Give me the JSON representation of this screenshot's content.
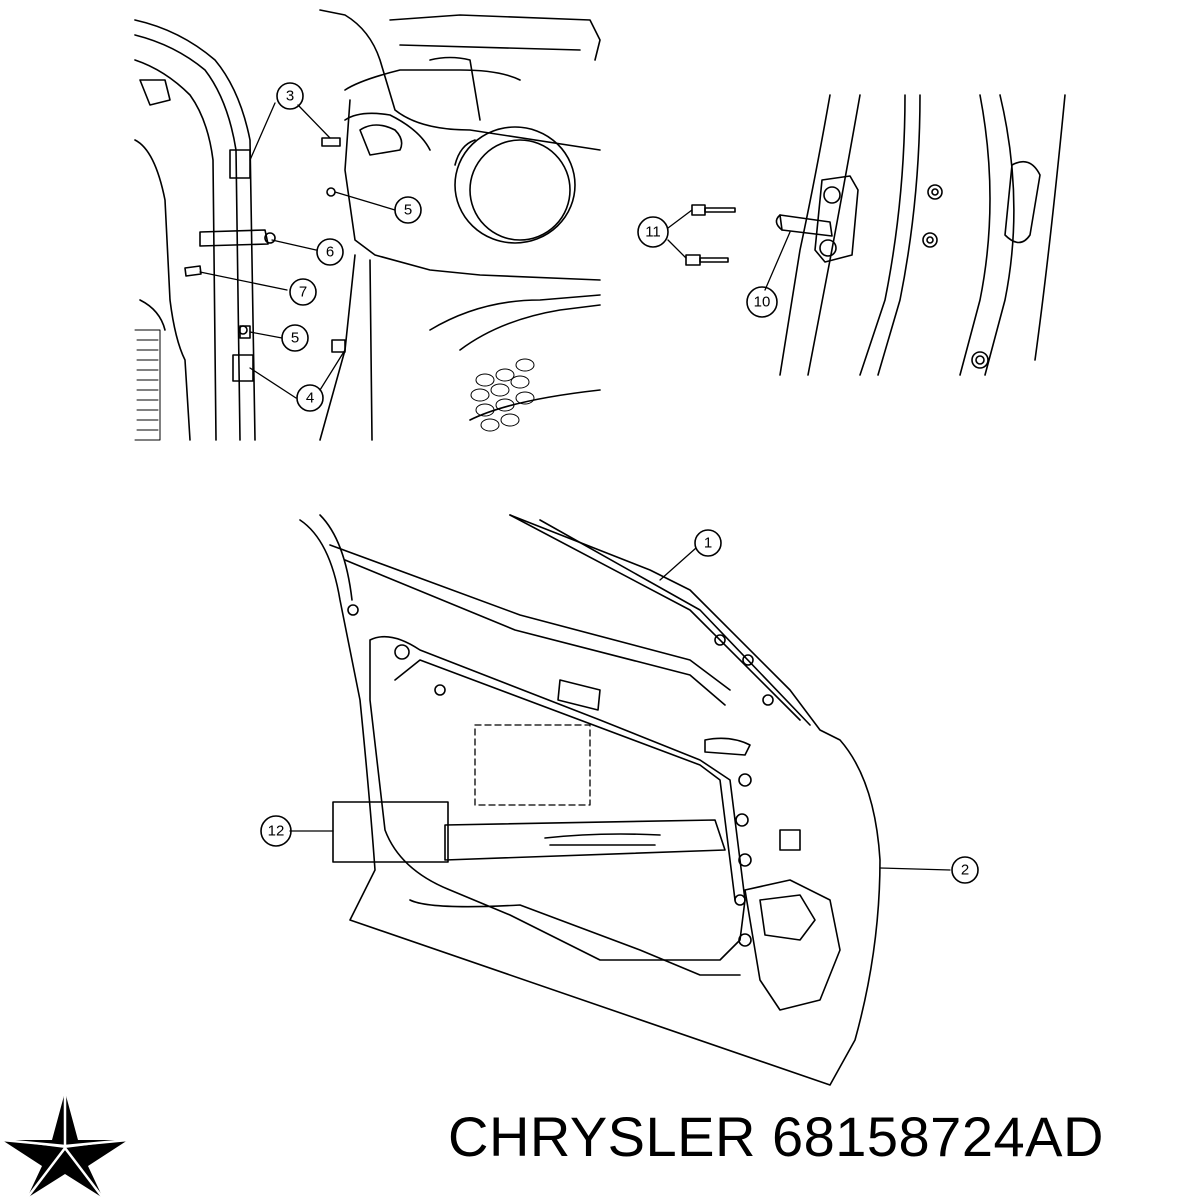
{
  "callouts": [
    {
      "id": "c1",
      "label": "1"
    },
    {
      "id": "c2",
      "label": "2"
    },
    {
      "id": "c3",
      "label": "3"
    },
    {
      "id": "c4",
      "label": "4"
    },
    {
      "id": "c5a",
      "label": "5"
    },
    {
      "id": "c5b",
      "label": "5"
    },
    {
      "id": "c6",
      "label": "6"
    },
    {
      "id": "c7",
      "label": "7"
    },
    {
      "id": "c10",
      "label": "10"
    },
    {
      "id": "c11",
      "label": "11"
    },
    {
      "id": "c12",
      "label": "12"
    }
  ],
  "caption": {
    "brand": "CHRYSLER",
    "part_number": "68158724AD"
  },
  "logo": {
    "icon": "pentastar-logo-icon",
    "color": "#000000"
  },
  "line_color": "#000000"
}
